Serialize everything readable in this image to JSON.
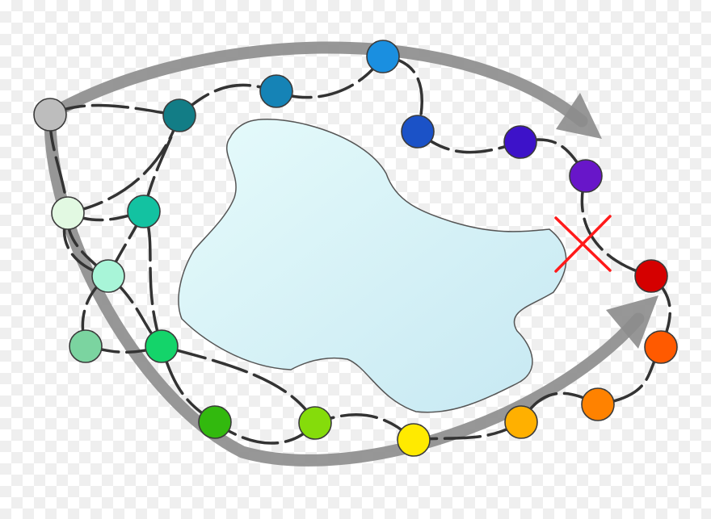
{
  "diagram": {
    "obstacle": {
      "fill": "#cdeef6",
      "stroke": "#555555"
    },
    "arrows": [
      {
        "name": "upper-route-arrow",
        "color": "#8c8c8c"
      },
      {
        "name": "lower-route-arrow",
        "color": "#8c8c8c"
      }
    ],
    "blocked_marker": {
      "name": "cross-icon",
      "color": "#ff1a1a"
    },
    "nodes": [
      {
        "id": "start",
        "color": "#bdbdbd"
      },
      {
        "id": "n1",
        "color": "#127d86"
      },
      {
        "id": "n2",
        "color": "#1583b6"
      },
      {
        "id": "n3",
        "color": "#1a8fe0"
      },
      {
        "id": "n4",
        "color": "#1b52c7"
      },
      {
        "id": "n5",
        "color": "#3d12c9"
      },
      {
        "id": "n6",
        "color": "#6816c9"
      },
      {
        "id": "n7",
        "color": "#d50000"
      },
      {
        "id": "n8",
        "color": "#ff5a00"
      },
      {
        "id": "n9",
        "color": "#ff8200"
      },
      {
        "id": "n10",
        "color": "#ffb000"
      },
      {
        "id": "n11",
        "color": "#ffea00"
      },
      {
        "id": "n12",
        "color": "#85dc0b"
      },
      {
        "id": "n13",
        "color": "#32b90e"
      },
      {
        "id": "n14",
        "color": "#14d46a"
      },
      {
        "id": "n15",
        "color": "#7bd4a0"
      },
      {
        "id": "n16",
        "color": "#a8f5d8"
      },
      {
        "id": "n17",
        "color": "#e2f9e2"
      },
      {
        "id": "n18",
        "color": "#13c2a1"
      }
    ]
  }
}
